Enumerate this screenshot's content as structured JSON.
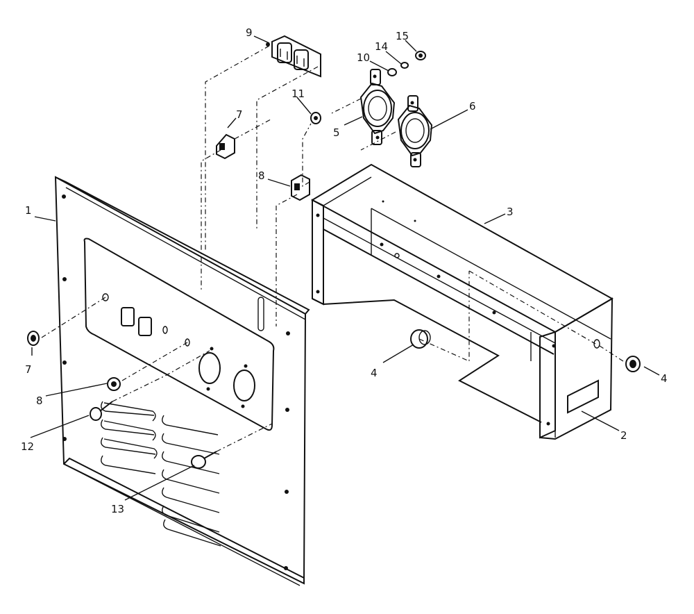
{
  "diagram": {
    "type": "exploded-parts-view",
    "callouts": [
      {
        "id": "callout-1",
        "label": "1"
      },
      {
        "id": "callout-2",
        "label": "2"
      },
      {
        "id": "callout-3",
        "label": "3"
      },
      {
        "id": "callout-4a",
        "label": "4"
      },
      {
        "id": "callout-4b",
        "label": "4"
      },
      {
        "id": "callout-5",
        "label": "5"
      },
      {
        "id": "callout-6",
        "label": "6"
      },
      {
        "id": "callout-7a",
        "label": "7"
      },
      {
        "id": "callout-7b",
        "label": "7"
      },
      {
        "id": "callout-8a",
        "label": "8"
      },
      {
        "id": "callout-8b",
        "label": "8"
      },
      {
        "id": "callout-9",
        "label": "9"
      },
      {
        "id": "callout-10",
        "label": "10"
      },
      {
        "id": "callout-11",
        "label": "11"
      },
      {
        "id": "callout-12",
        "label": "12"
      },
      {
        "id": "callout-13",
        "label": "13"
      },
      {
        "id": "callout-14",
        "label": "14"
      },
      {
        "id": "callout-15",
        "label": "15"
      }
    ]
  }
}
